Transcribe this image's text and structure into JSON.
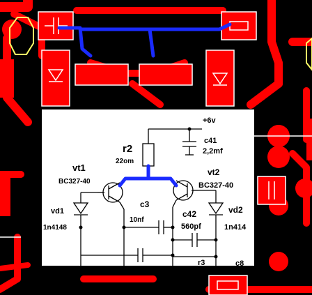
{
  "colors": {
    "background": "#000000",
    "trace": "#ff0000",
    "jumper": "#1a2bff",
    "pad_outline": "#ffff66",
    "silkscreen": "#ffffff",
    "schematic_bg": "#ffffff",
    "schematic_ink": "#000000"
  },
  "schematic": {
    "supply": "+6v",
    "r2": {
      "ref": "r2",
      "value": "22om"
    },
    "c41": {
      "ref": "c41",
      "value": "2,2mf"
    },
    "vt1": {
      "ref": "vt1",
      "part": "BC327-40"
    },
    "vt2": {
      "ref": "vt2",
      "part": "BC327-40"
    },
    "vd1": {
      "ref": "vd1",
      "part": "1n4148"
    },
    "vd2": {
      "ref": "vd2",
      "part": "1n414"
    },
    "c3": {
      "ref": "c3",
      "value": "10nf"
    },
    "c42": {
      "ref": "c42",
      "value": "560pf"
    },
    "r3": {
      "ref": "r3"
    },
    "c8": {
      "ref": "c8"
    }
  }
}
